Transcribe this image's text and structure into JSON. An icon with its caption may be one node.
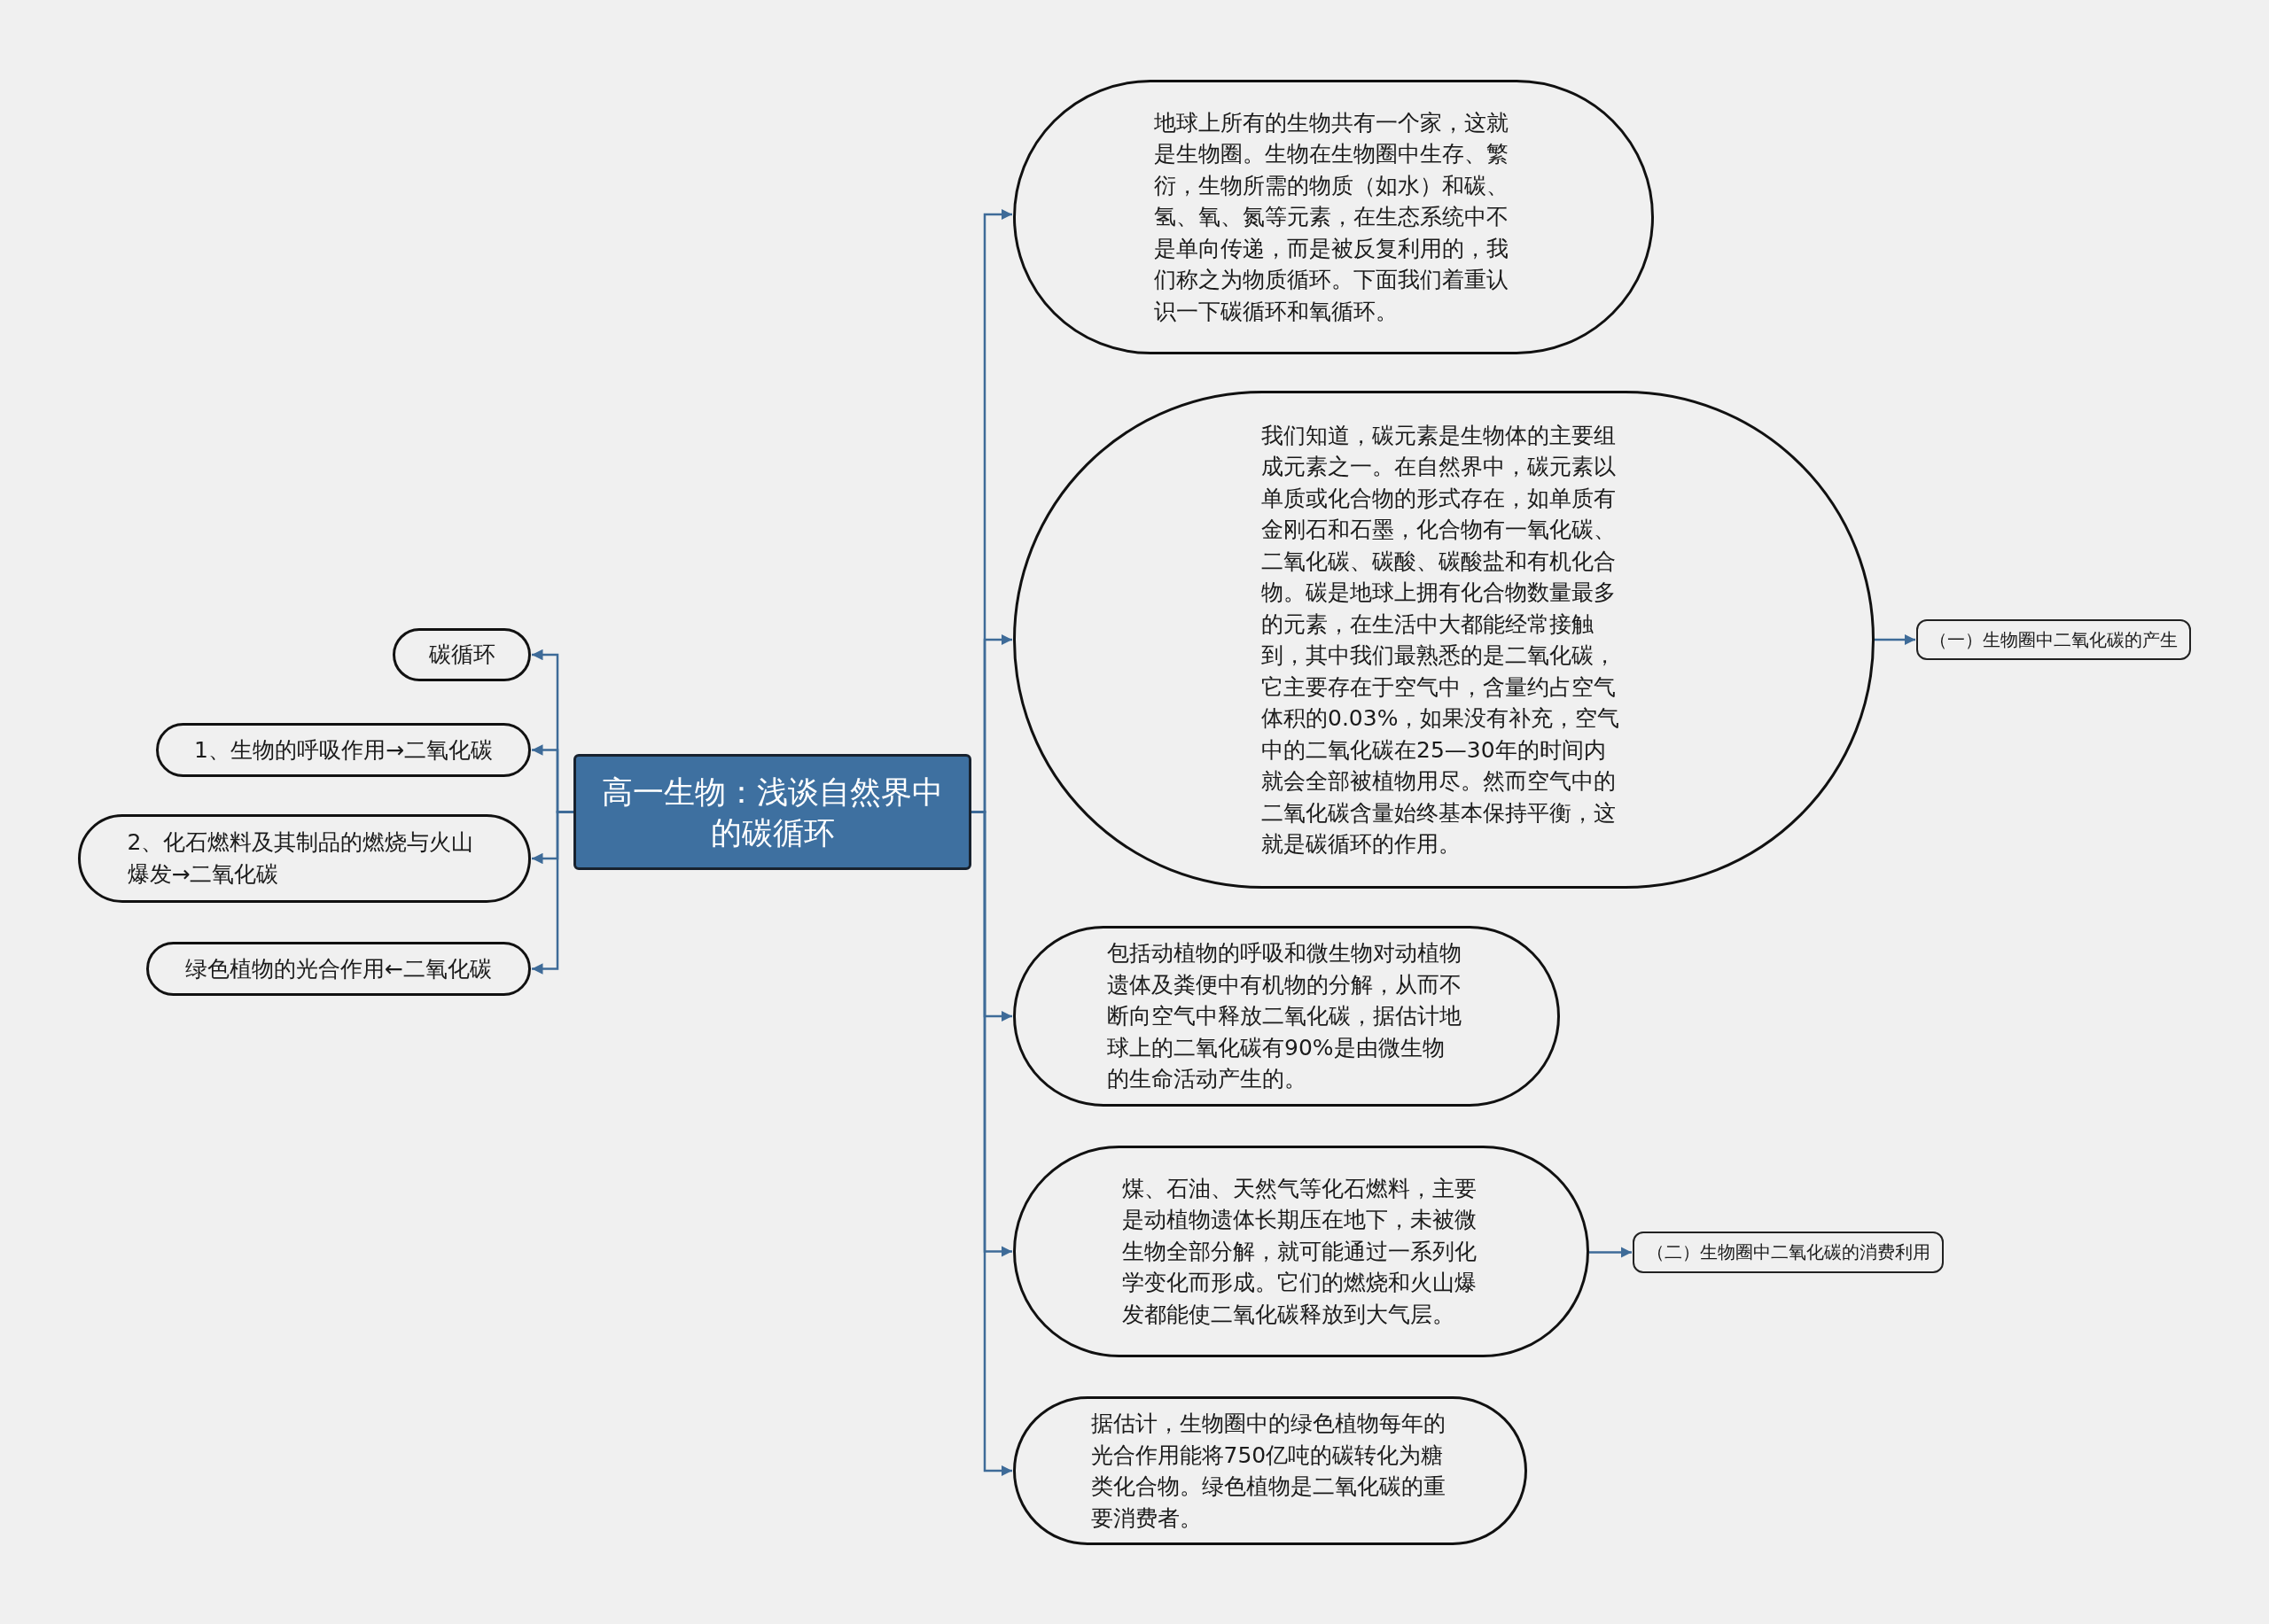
{
  "diagram": {
    "nodes": [
      {
        "text": [
          "高一生物：浅谈自然界中的碳循环"
        ]
      },
      {
        "text": [
          "碳循环"
        ]
      },
      {
        "text": [
          "1、生物的呼吸作用→二氧化碳"
        ]
      },
      {
        "text": [
          "2、化石燃料及其制品的燃烧与火山爆发→二氧化碳"
        ]
      },
      {
        "text": [
          "绿色植物的光合作用←二氧化碳"
        ]
      },
      {
        "text": [
          "地球上所有的生物共有一个家，这就是生物圈。生物在生物圈中生存、繁衍，生物所需的物质（如水）和碳、氢、氧、氮等元素，在生态系统中不是单向传递，而是被反复利用的，我们称之为物质循环。下面我们着重认识一下碳循环和氧循环。"
        ]
      },
      {
        "text": [
          "我们知道，碳元素是生物体的主要组成元素之一。在自然界中，碳元素以单质或化合物的形式存在，如单质有金刚石和石墨，化合物有一氧化碳、二氧化碳、碳酸、碳酸盐和有机化合物。碳是地球上拥有化合物数量最多的元素，在生活中大都能经常接触到，其中我们最熟悉的是二氧化碳，它主要存在于空气中，含量约占空气体积的0.03%，如果没有补充，空气中的二氧化碳在25—30年的时间内就会全部被植物用尽。然而空气中的二氧化碳含量始终基本保持平衡，这就是碳循环的作用。"
        ]
      },
      {
        "text": [
          "（一）生物圈中二氧化碳的产生"
        ]
      },
      {
        "text": [
          "包括动植物的呼吸和微生物对动植物遗体及粪便中有机物的分解，从而不断向空气中释放二氧化碳，据估计地球上的二氧化碳有90%是由微生物的生命活动产生的。"
        ]
      },
      {
        "text": [
          "煤、石油、天然气等化石燃料，主要是动植物遗体长期压在地下，未被微生物全部分解，就可能通过一系列化学变化而形成。它们的燃烧和火山爆发都能使二氧化碳释放到大气层。"
        ]
      },
      {
        "text": [
          "（二）生物圈中二氧化碳的消费利用"
        ]
      },
      {
        "text": [
          "据估计，生物圈中的绿色植物每年的光合作用能将750亿吨的碳转化为糖类化合物。绿色植物是二氧化碳的重要消费者。"
        ]
      }
    ],
    "edges": [
      {
        "from": 0,
        "to": 1,
        "arrow": "to"
      },
      {
        "from": 0,
        "to": 2,
        "arrow": "to"
      },
      {
        "from": 0,
        "to": 3,
        "arrow": "to"
      },
      {
        "from": 0,
        "to": 4,
        "arrow": "to"
      },
      {
        "from": 0,
        "to": 5,
        "arrow": "to"
      },
      {
        "from": 0,
        "to": 6,
        "arrow": "to"
      },
      {
        "from": 0,
        "to": 8,
        "arrow": "to"
      },
      {
        "from": 0,
        "to": 9,
        "arrow": "to"
      },
      {
        "from": 0,
        "to": 11,
        "arrow": "to"
      },
      {
        "from": 6,
        "to": 7,
        "arrow": "to"
      },
      {
        "from": 9,
        "to": 10,
        "arrow": "to"
      }
    ]
  }
}
